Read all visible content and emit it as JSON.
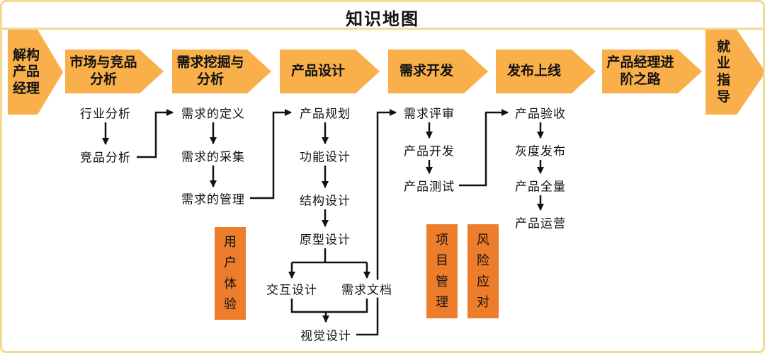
{
  "title": "知识地图",
  "colors": {
    "banner": "#F9B04B",
    "block": "#EE7D2B",
    "frame": "#F3D992"
  },
  "entry_stage": {
    "label": "解构产品经理"
  },
  "exit_stage": {
    "label": "就业指导"
  },
  "stages": [
    {
      "label": "市场与竞品分析",
      "steps": [
        "行业分析",
        "竞品分析"
      ]
    },
    {
      "label": "需求挖掘与分析",
      "steps": [
        "需求的定义",
        "需求的采集",
        "需求的管理"
      ]
    },
    {
      "label": "产品设计",
      "steps": [
        "产品规划",
        "功能设计",
        "结构设计",
        "原型设计",
        "交互设计",
        "需求文档",
        "视觉设计"
      ]
    },
    {
      "label": "需求开发",
      "steps": [
        "需求评审",
        "产品开发",
        "产品测试"
      ]
    },
    {
      "label": "发布上线",
      "steps": [
        "产品验收",
        "灰度发布",
        "产品全量",
        "产品运营"
      ]
    },
    {
      "label": "产品经理进阶之路",
      "steps": []
    }
  ],
  "support_blocks": [
    {
      "label": "用户体验"
    },
    {
      "label": "项目管理"
    },
    {
      "label": "风险应对"
    }
  ]
}
